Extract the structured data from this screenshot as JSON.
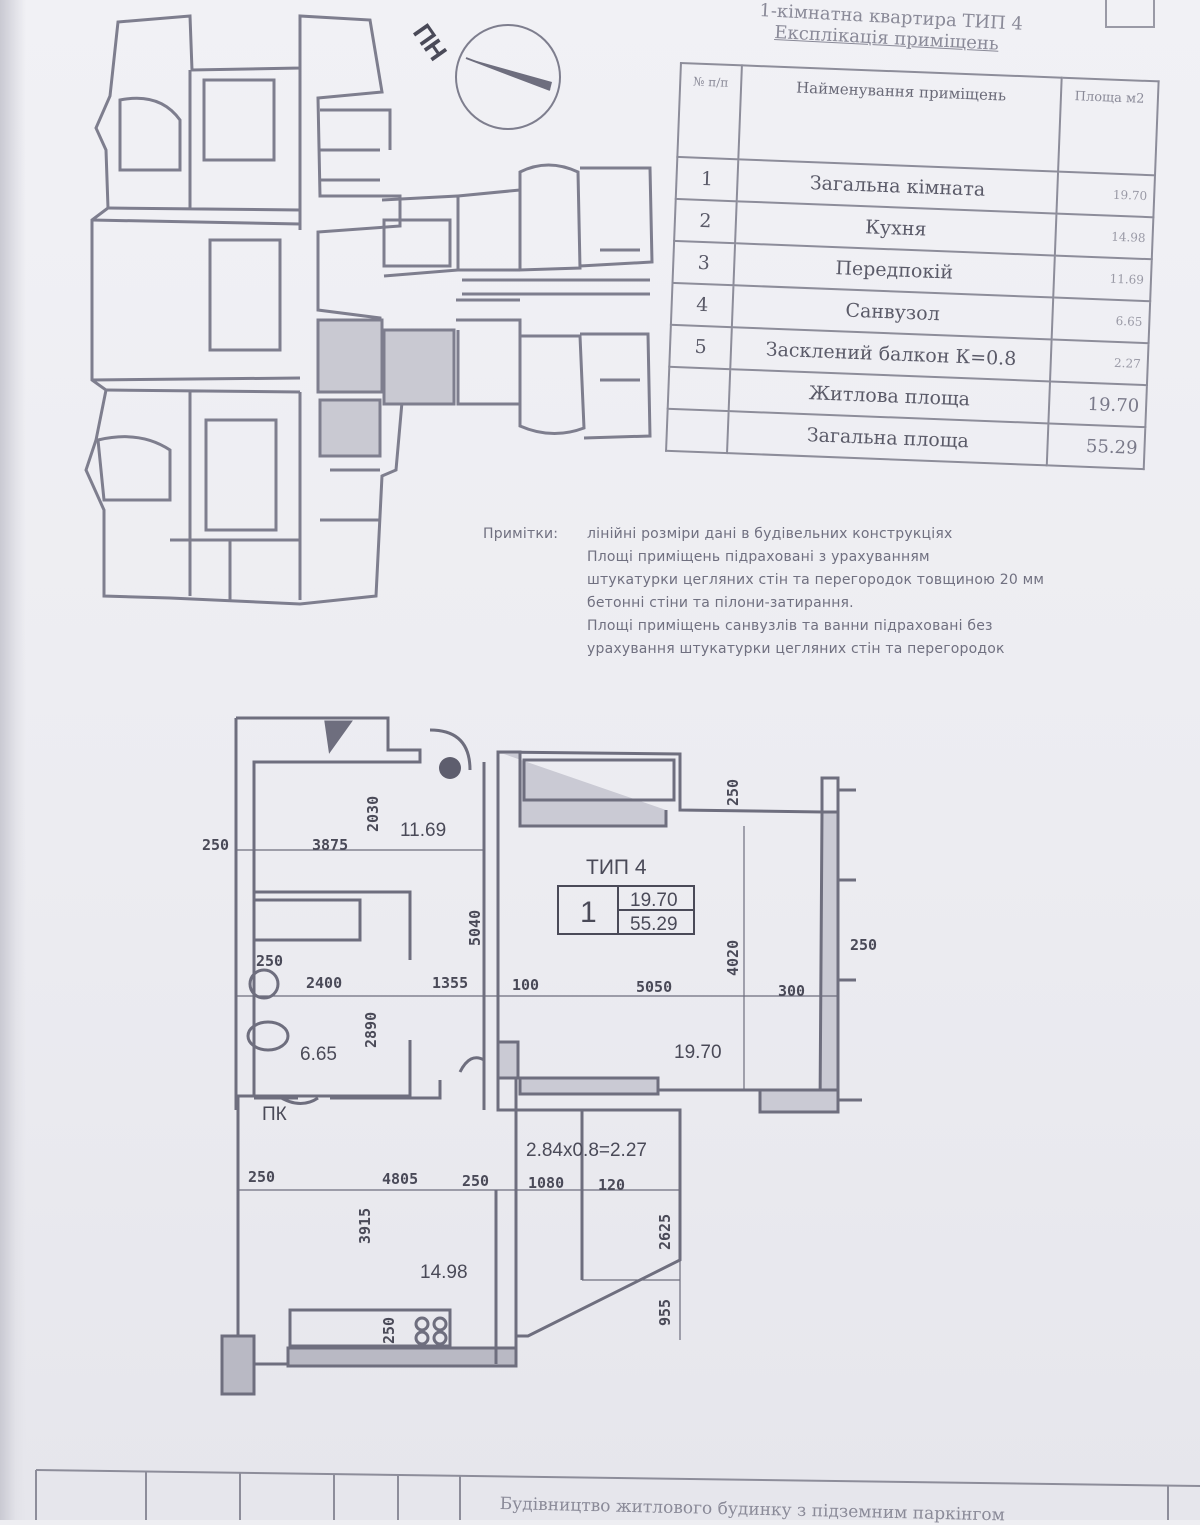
{
  "document": {
    "header_title": "1-кімнатна квартира ТИП 4",
    "header_subtitle": "Експлікація приміщень",
    "compass_label": "ПН",
    "bottom_text": "Будівництво житлового будинку з підземним паркінгом"
  },
  "explication": {
    "headers": {
      "num": "№ п/п",
      "name": "Найменування приміщень",
      "area": "Площа м2"
    },
    "rows": [
      {
        "n": "1",
        "name": "Загальна кімната",
        "area": "19.70"
      },
      {
        "n": "2",
        "name": "Кухня",
        "area": "14.98"
      },
      {
        "n": "3",
        "name": "Передпокій",
        "area": "11.69"
      },
      {
        "n": "4",
        "name": "Санвузол",
        "area": "6.65"
      },
      {
        "n": "5",
        "name": "Засклений балкон К=0.8",
        "area": "2.27"
      }
    ],
    "living_area": {
      "label": "Житлова площа",
      "value": "19.70"
    },
    "total_area": {
      "label": "Загальна площа",
      "value": "55.29"
    }
  },
  "notes": {
    "label": "Примітки:",
    "lines": [
      "лінійні розміри дані в будівельних конструкціях",
      "Площі приміщень підраховані з урахуванням",
      "штукатурки цегляних стін та перегородок товщиною 20 мм",
      "бетонні стіни та пілони-затирання.",
      "Площі приміщень санвузлів та ванни підраховані без",
      "урахування штукатурки цегляних стін та перегородок"
    ]
  },
  "plan": {
    "type_label": "ТИП 4",
    "room_number": "1",
    "living": "19.70",
    "total": "55.29",
    "pk_label": "ПК",
    "balcony_formula": "2.84x0.8=2.27",
    "room_areas": {
      "hall": "11.69",
      "bath": "6.65",
      "kitchen": "14.98",
      "living": "19.70"
    },
    "dims": {
      "d250a": "250",
      "d3875": "3875",
      "d2030": "2030",
      "d250b": "250",
      "d5040": "5040",
      "d4020": "4020",
      "d250c": "250",
      "d250d": "250",
      "d2400": "2400",
      "d1355": "1355",
      "d100": "100",
      "d5050": "5050",
      "d300": "300",
      "d2890": "2890",
      "d250e": "250",
      "d4805": "4805",
      "d250f": "250",
      "d1080": "1080",
      "d120": "120",
      "d3915": "3915",
      "d2625": "2625",
      "d955": "955",
      "d250g": "250"
    }
  }
}
